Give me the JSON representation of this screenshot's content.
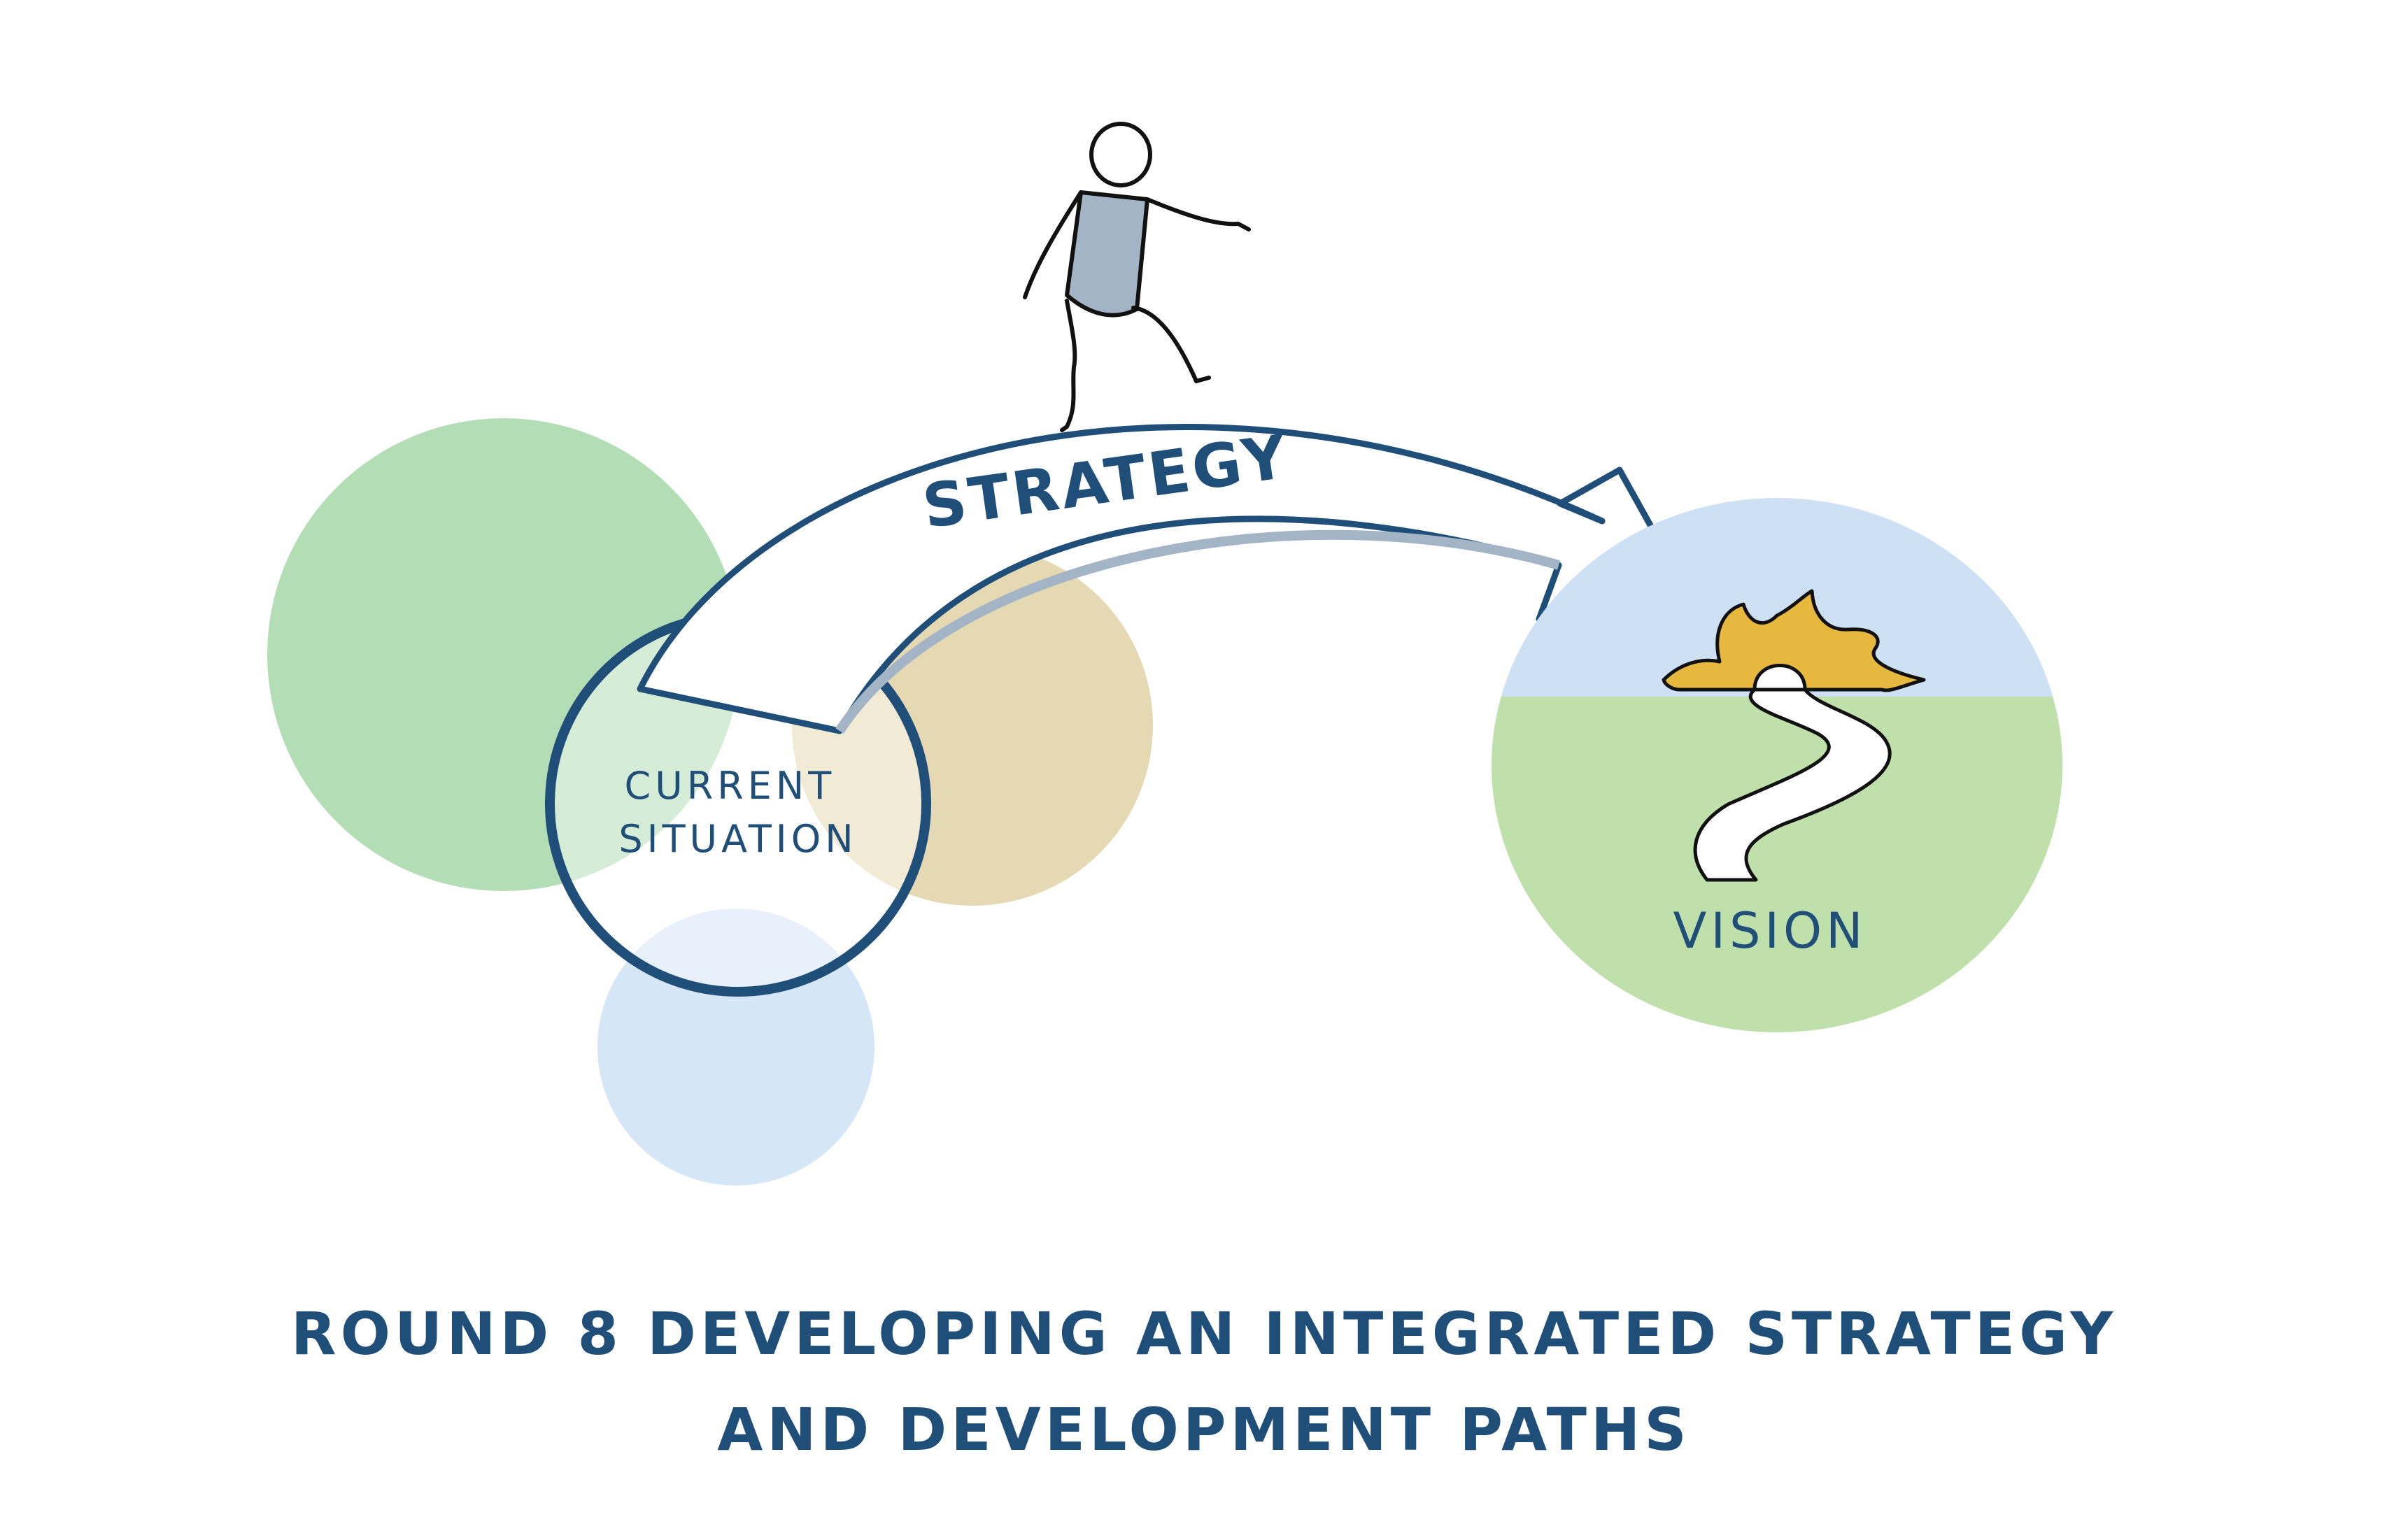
{
  "labels": {
    "current": "CURRENT\nSITUATION",
    "current_line1": "CURRENT",
    "current_line2": "SITUATION",
    "strategy": "STRATEGY",
    "vision": "VISION"
  },
  "title": {
    "line1": "ROUND 8 DEVELOPING AN INTEGRATED STRATEGY",
    "line2": "AND DEVELOPMENT PATHS"
  },
  "colors": {
    "navy": "#1f4e79",
    "green": "#b3ddb5",
    "sand": "#e5d9b3",
    "light_blue": "#d5e6f6",
    "sky": "#cde0f4",
    "grass": "#bfe0ab",
    "sun": "#e7b83e",
    "figure_body": "#a2b4c6"
  }
}
